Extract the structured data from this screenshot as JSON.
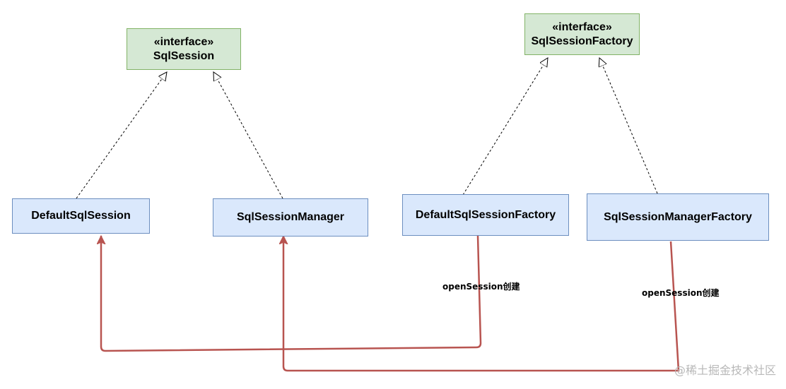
{
  "nodes": {
    "sqlsession": {
      "stereotype": "«interface»",
      "name": "SqlSession"
    },
    "sqlsessionfactory": {
      "stereotype": "«interface»",
      "name": "SqlSessionFactory"
    },
    "defaultsqlsession": {
      "name": "DefaultSqlSession"
    },
    "sqlsessionmanager": {
      "name": "SqlSessionManager"
    },
    "defaultsqlsessionfactory": {
      "name": "DefaultSqlSessionFactory"
    },
    "sqlsessionmanagerfactory": {
      "name": "SqlSessionManagerFactory"
    }
  },
  "edges": {
    "create1_label": "openSession创建",
    "create2_label": "openSession创建"
  },
  "colors": {
    "interface_fill": "#d5e8d4",
    "interface_border": "#82b366",
    "class_fill": "#dae8fc",
    "class_border": "#6c8ebf",
    "create_edge": "#b85450"
  },
  "watermark": "@稀土掘金技术社区"
}
